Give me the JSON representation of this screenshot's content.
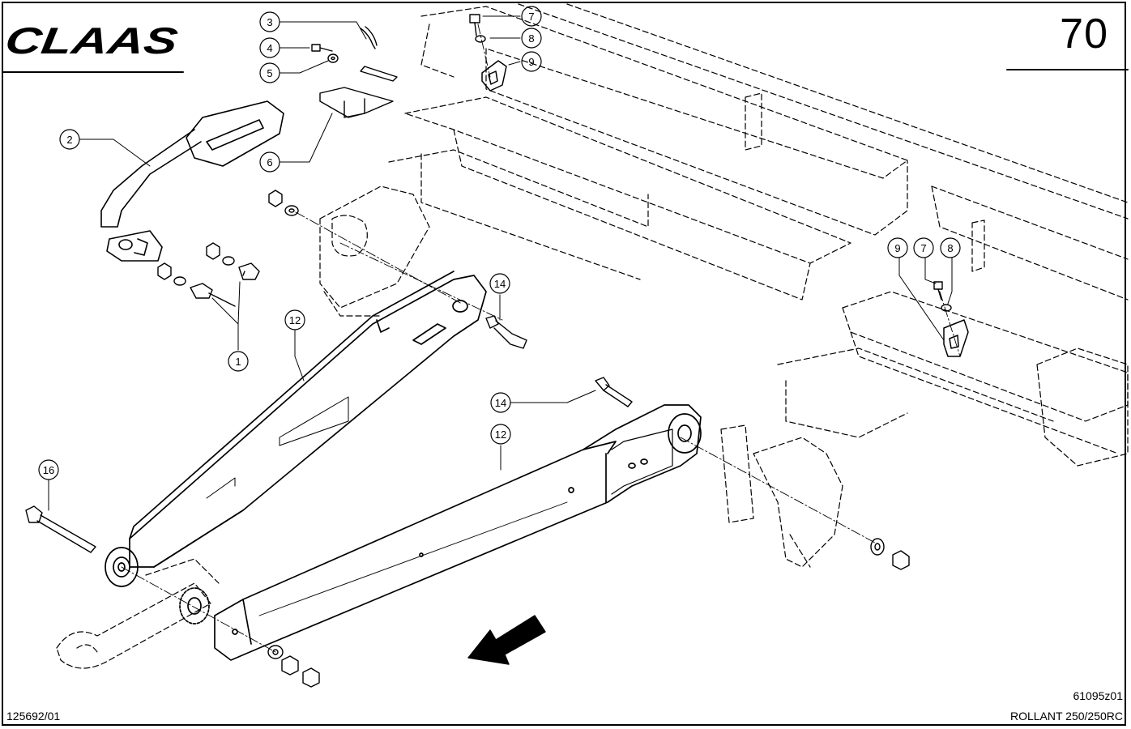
{
  "brand": {
    "logo_text": "CLAAS"
  },
  "page_number": "70",
  "footer": {
    "doc_number": "125692/01",
    "drawing_id": "61095z01",
    "model": "ROLLANT 250/250RC"
  },
  "callouts": [
    {
      "label": "1"
    },
    {
      "label": "2"
    },
    {
      "label": "3"
    },
    {
      "label": "4"
    },
    {
      "label": "5"
    },
    {
      "label": "6"
    },
    {
      "label": "7"
    },
    {
      "label": "8"
    },
    {
      "label": "9"
    },
    {
      "label": "7"
    },
    {
      "label": "8"
    },
    {
      "label": "9"
    },
    {
      "label": "12"
    },
    {
      "label": "12"
    },
    {
      "label": "14"
    },
    {
      "label": "14"
    },
    {
      "label": "16"
    }
  ]
}
